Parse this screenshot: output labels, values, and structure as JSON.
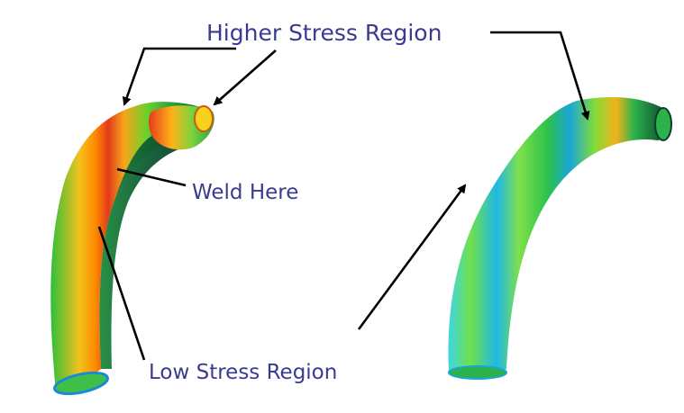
{
  "labels": {
    "higher_stress": "Higher Stress Region",
    "weld": "Weld Here",
    "low_stress": "Low Stress Region"
  },
  "colors": {
    "label_text": "#3b3a91",
    "arrow": "#000000",
    "pipe_green": "#33cc33",
    "pipe_orange": "#ff9900",
    "pipe_red": "#e02020",
    "pipe_cyan": "#22bbee",
    "pipe_dark": "#0d3f2a"
  }
}
